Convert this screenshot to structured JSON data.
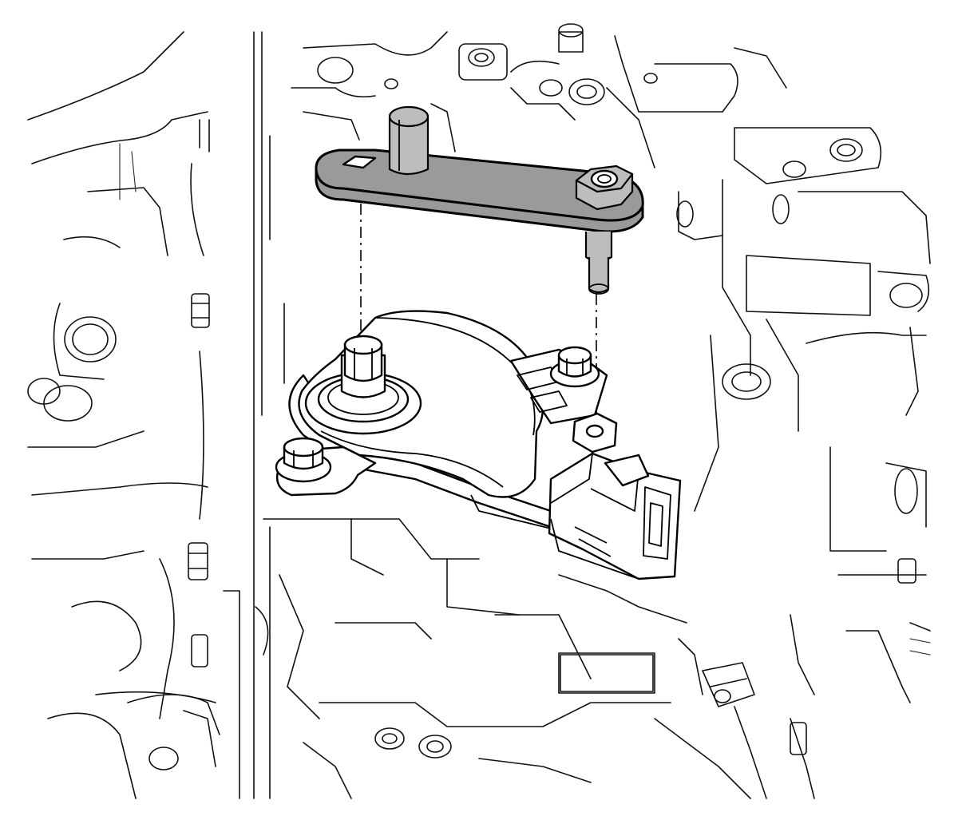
{
  "figure": {
    "kind": "exploded-assembly-line-drawing",
    "parts": [
      "transmission-housing",
      "shift-lever-arm",
      "lever-pin",
      "lever-nut",
      "position-sensor",
      "sensor-mounting-bolt-front",
      "sensor-mounting-bolt-rear",
      "sensor-electrical-connector",
      "selector-shaft",
      "housing-label-plate"
    ],
    "alignment_lines": [
      "shaft-alignment-line",
      "pin-alignment-line"
    ],
    "colors": {
      "line": "#000000",
      "background": "#ffffff",
      "shading": "#9a9a9a"
    }
  }
}
